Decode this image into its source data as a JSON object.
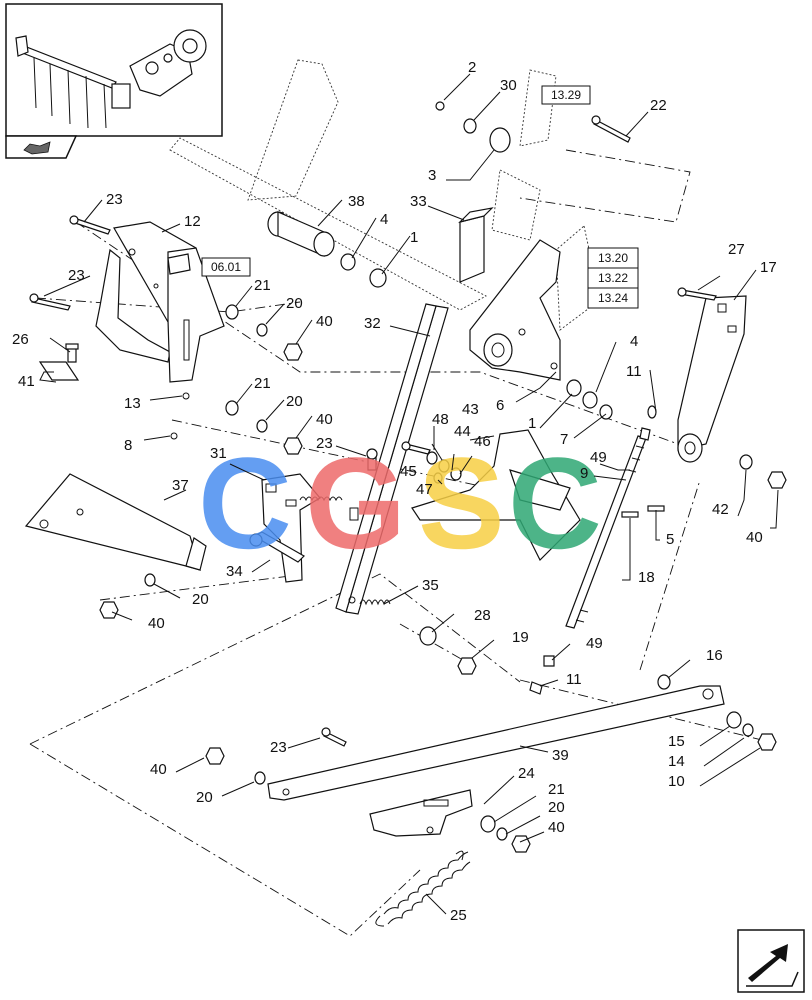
{
  "diagram": {
    "references": [
      "13.29",
      "06.01",
      "13.20",
      "13.22",
      "13.24"
    ],
    "callouts": [
      "1",
      "2",
      "3",
      "4",
      "5",
      "6",
      "7",
      "8",
      "9",
      "10",
      "11",
      "12",
      "13",
      "14",
      "15",
      "16",
      "17",
      "18",
      "19",
      "20",
      "21",
      "22",
      "23",
      "24",
      "25",
      "26",
      "27",
      "28",
      "30",
      "31",
      "32",
      "33",
      "34",
      "35",
      "37",
      "38",
      "39",
      "40",
      "41",
      "42",
      "43",
      "44",
      "45",
      "46",
      "47",
      "48",
      "49"
    ],
    "watermark": {
      "letters": [
        "C",
        "G",
        "S",
        "C"
      ],
      "colors": [
        "#4a8ef0",
        "#ee6b6b",
        "#f7cf45",
        "#2fa874"
      ]
    },
    "accent_color": "#111111"
  }
}
